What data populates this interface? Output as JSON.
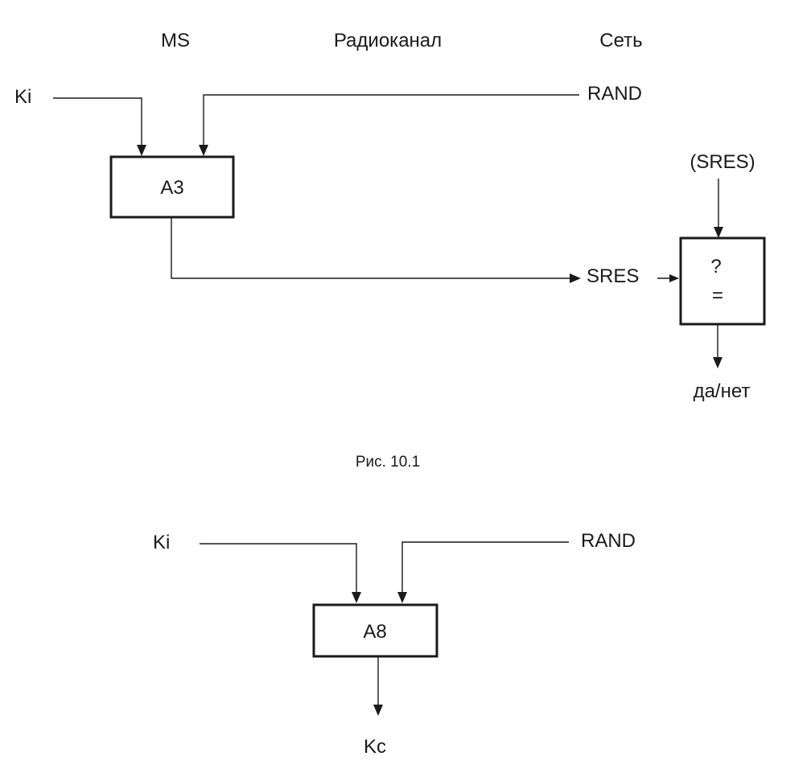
{
  "figure1": {
    "columns": {
      "ms": "MS",
      "radio": "Радиоканал",
      "network": "Сеть"
    },
    "inputs": {
      "ki": "Ki",
      "rand": "RAND",
      "sres_expected": "(SRES)"
    },
    "a3_block": "A3",
    "sres_output": "SRES",
    "compare": {
      "question": "?",
      "equals": "="
    },
    "result": "да/нет",
    "caption": "Рис. 10.1"
  },
  "figure2": {
    "inputs": {
      "ki": "Ki",
      "rand": "RAND"
    },
    "a8_block": "A8",
    "output": "Kc"
  }
}
